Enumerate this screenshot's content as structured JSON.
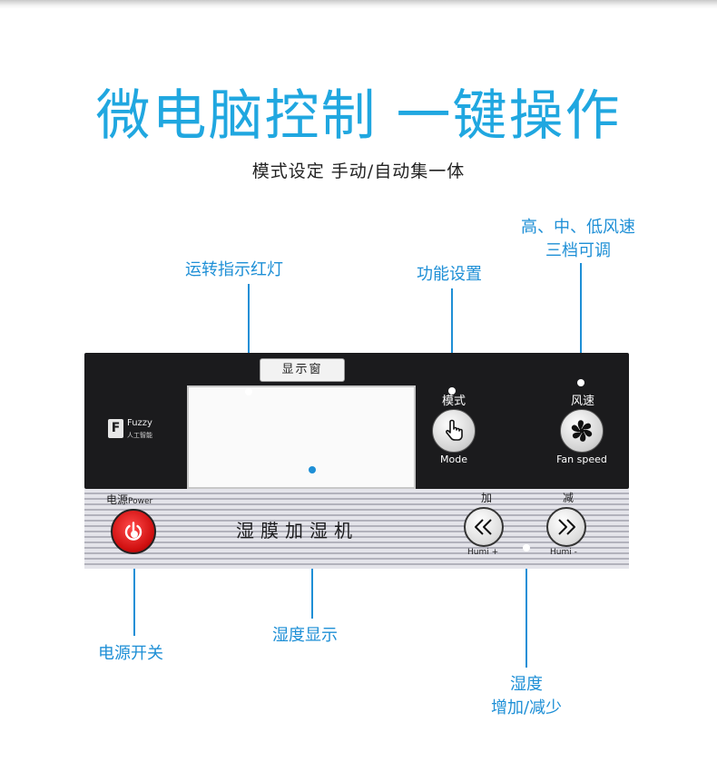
{
  "header": {
    "title": "微电脑控制 一键操作",
    "subtitle": "模式设定 手动/自动集一体"
  },
  "callouts": {
    "indicator": "运转指示红灯",
    "function": "功能设置",
    "fan_line1": "高、中、低风速",
    "fan_line2": "三档可调",
    "power": "电源开关",
    "humidity_display": "湿度显示",
    "humidity_adjust_line1": "湿度",
    "humidity_adjust_line2": "增加/减少"
  },
  "panel": {
    "display_tab": "显示窗",
    "brand_letter": "F",
    "brand_name": "Fuzzy",
    "brand_sub": "人工智能",
    "mode_label_cn": "模式",
    "mode_label_en": "Mode",
    "fan_label_cn": "风速",
    "fan_label_en": "Fan speed",
    "power_label_cn": "电源",
    "power_label_en": "Power",
    "product_name": "湿膜加湿机",
    "plus_label_cn": "加",
    "plus_label_en": "Humi +",
    "minus_label_cn": "减",
    "minus_label_en": "Humi -"
  },
  "icons": {
    "mode": "hand-pointer-icon",
    "fan": "fan-icon",
    "power": "power-icon",
    "increase": "double-chevron-left-icon",
    "decrease": "double-chevron-right-icon"
  },
  "colors": {
    "accent": "#20a7e0",
    "callout": "#1e8fd6",
    "panel_black": "#1b1b1d",
    "power_red": "#d01010"
  }
}
